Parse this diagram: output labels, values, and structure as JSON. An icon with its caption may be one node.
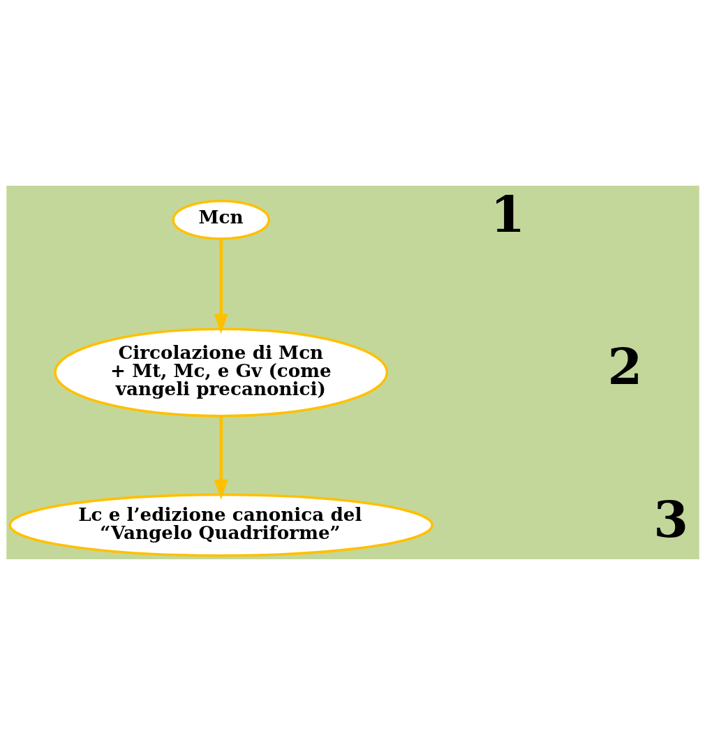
{
  "diagram": {
    "nodes": [
      {
        "text": [
          "Mcn"
        ]
      },
      {
        "text": [
          "Circolazione di Mcn + Mt, Mc, e Gv (come vangeli precanonici)"
        ]
      },
      {
        "text": [
          "Lc e l’edizione canonica del “Vangelo Quadriforme”"
        ]
      }
    ],
    "edges": [
      {
        "from": 0,
        "to": 1,
        "arrow": "to"
      },
      {
        "from": 1,
        "to": 2,
        "arrow": "to"
      }
    ],
    "labels": [
      "1",
      "2",
      "3"
    ]
  }
}
